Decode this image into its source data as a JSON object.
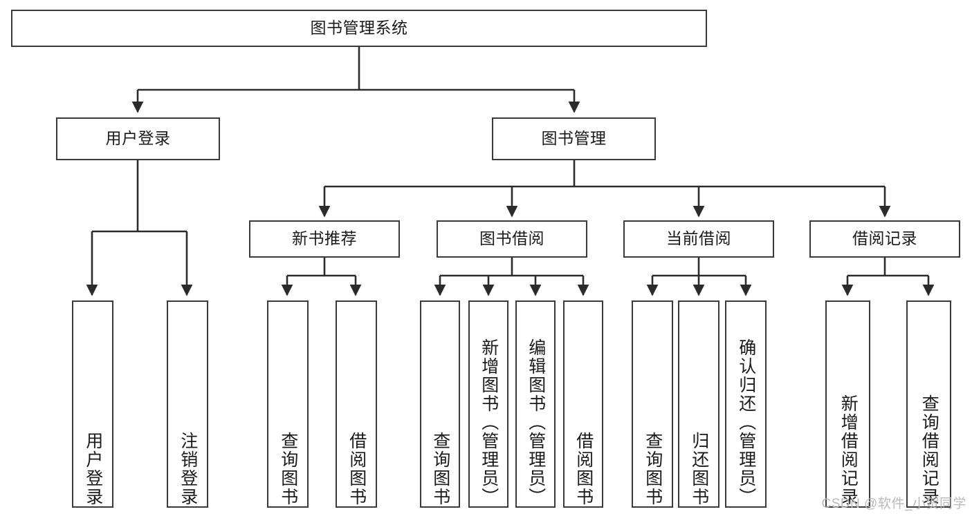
{
  "diagram": {
    "title": "图书管理系统",
    "style": {
      "background": "#ffffff",
      "box_border": "#3a3a3a",
      "box_fill": "#ffffff",
      "line_color": "#2b2b2b",
      "text_color": "#1a1a1a",
      "watermark_color": "#b9b9b9"
    },
    "root": {
      "label": "图书管理系统"
    },
    "level2": [
      {
        "label": "用户登录"
      },
      {
        "label": "图书管理"
      }
    ],
    "level3": [
      {
        "label": "新书推荐"
      },
      {
        "label": "图书借阅"
      },
      {
        "label": "当前借阅"
      },
      {
        "label": "借阅记录"
      }
    ],
    "leaves": {
      "user_login": [
        {
          "label": "用户登录"
        },
        {
          "label": "注销登录"
        }
      ],
      "new_book_recommend": [
        {
          "label": "查询图书"
        },
        {
          "label": "借阅图书"
        }
      ],
      "book_borrow": [
        {
          "label": "查询图书"
        },
        {
          "label": "新增图书（管理员）"
        },
        {
          "label": "编辑图书（管理员）"
        },
        {
          "label": "借阅图书"
        }
      ],
      "current_borrow": [
        {
          "label": "查询图书"
        },
        {
          "label": "归还图书"
        },
        {
          "label": "确认归还（管理员）"
        }
      ],
      "borrow_record": [
        {
          "label": "新增借阅记录"
        },
        {
          "label": "查询借阅记录"
        }
      ]
    }
  },
  "watermark": {
    "text": "CSDN @软件_小贺同学"
  }
}
